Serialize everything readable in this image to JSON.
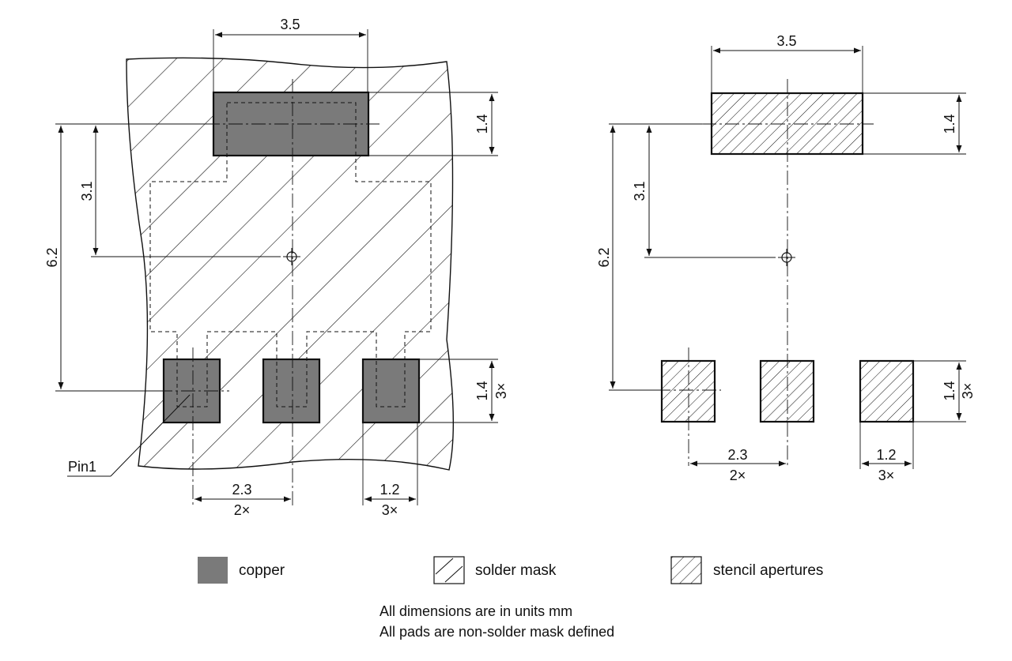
{
  "colors": {
    "copper": "#7a7a7a",
    "line": "#111111",
    "background": "#ffffff"
  },
  "left_view": {
    "dims": {
      "top_width": "3.5",
      "big_pad_height": "1.4",
      "center_offset": "3.1",
      "pitch_y": "6.2",
      "small_pad_height": "1.4",
      "small_pad_height_mult": "3×",
      "pad_pitch_x": "2.3",
      "pad_pitch_x_mult": "2×",
      "small_pad_width": "1.2",
      "small_pad_width_mult": "3×"
    },
    "pin_label": "Pin1"
  },
  "right_view": {
    "dims": {
      "top_width": "3.5",
      "big_pad_height": "1.4",
      "center_offset": "3.1",
      "pitch_y": "6.2",
      "small_pad_height": "1.4",
      "small_pad_height_mult": "3×",
      "pad_pitch_x": "2.3",
      "pad_pitch_x_mult": "2×",
      "small_pad_width": "1.2",
      "small_pad_width_mult": "3×"
    }
  },
  "legend": {
    "copper": "copper",
    "solder_mask": "solder mask",
    "stencil": "stencil apertures"
  },
  "notes": {
    "line1": "All dimensions are in units mm",
    "line2": "All pads are non-solder mask defined"
  }
}
